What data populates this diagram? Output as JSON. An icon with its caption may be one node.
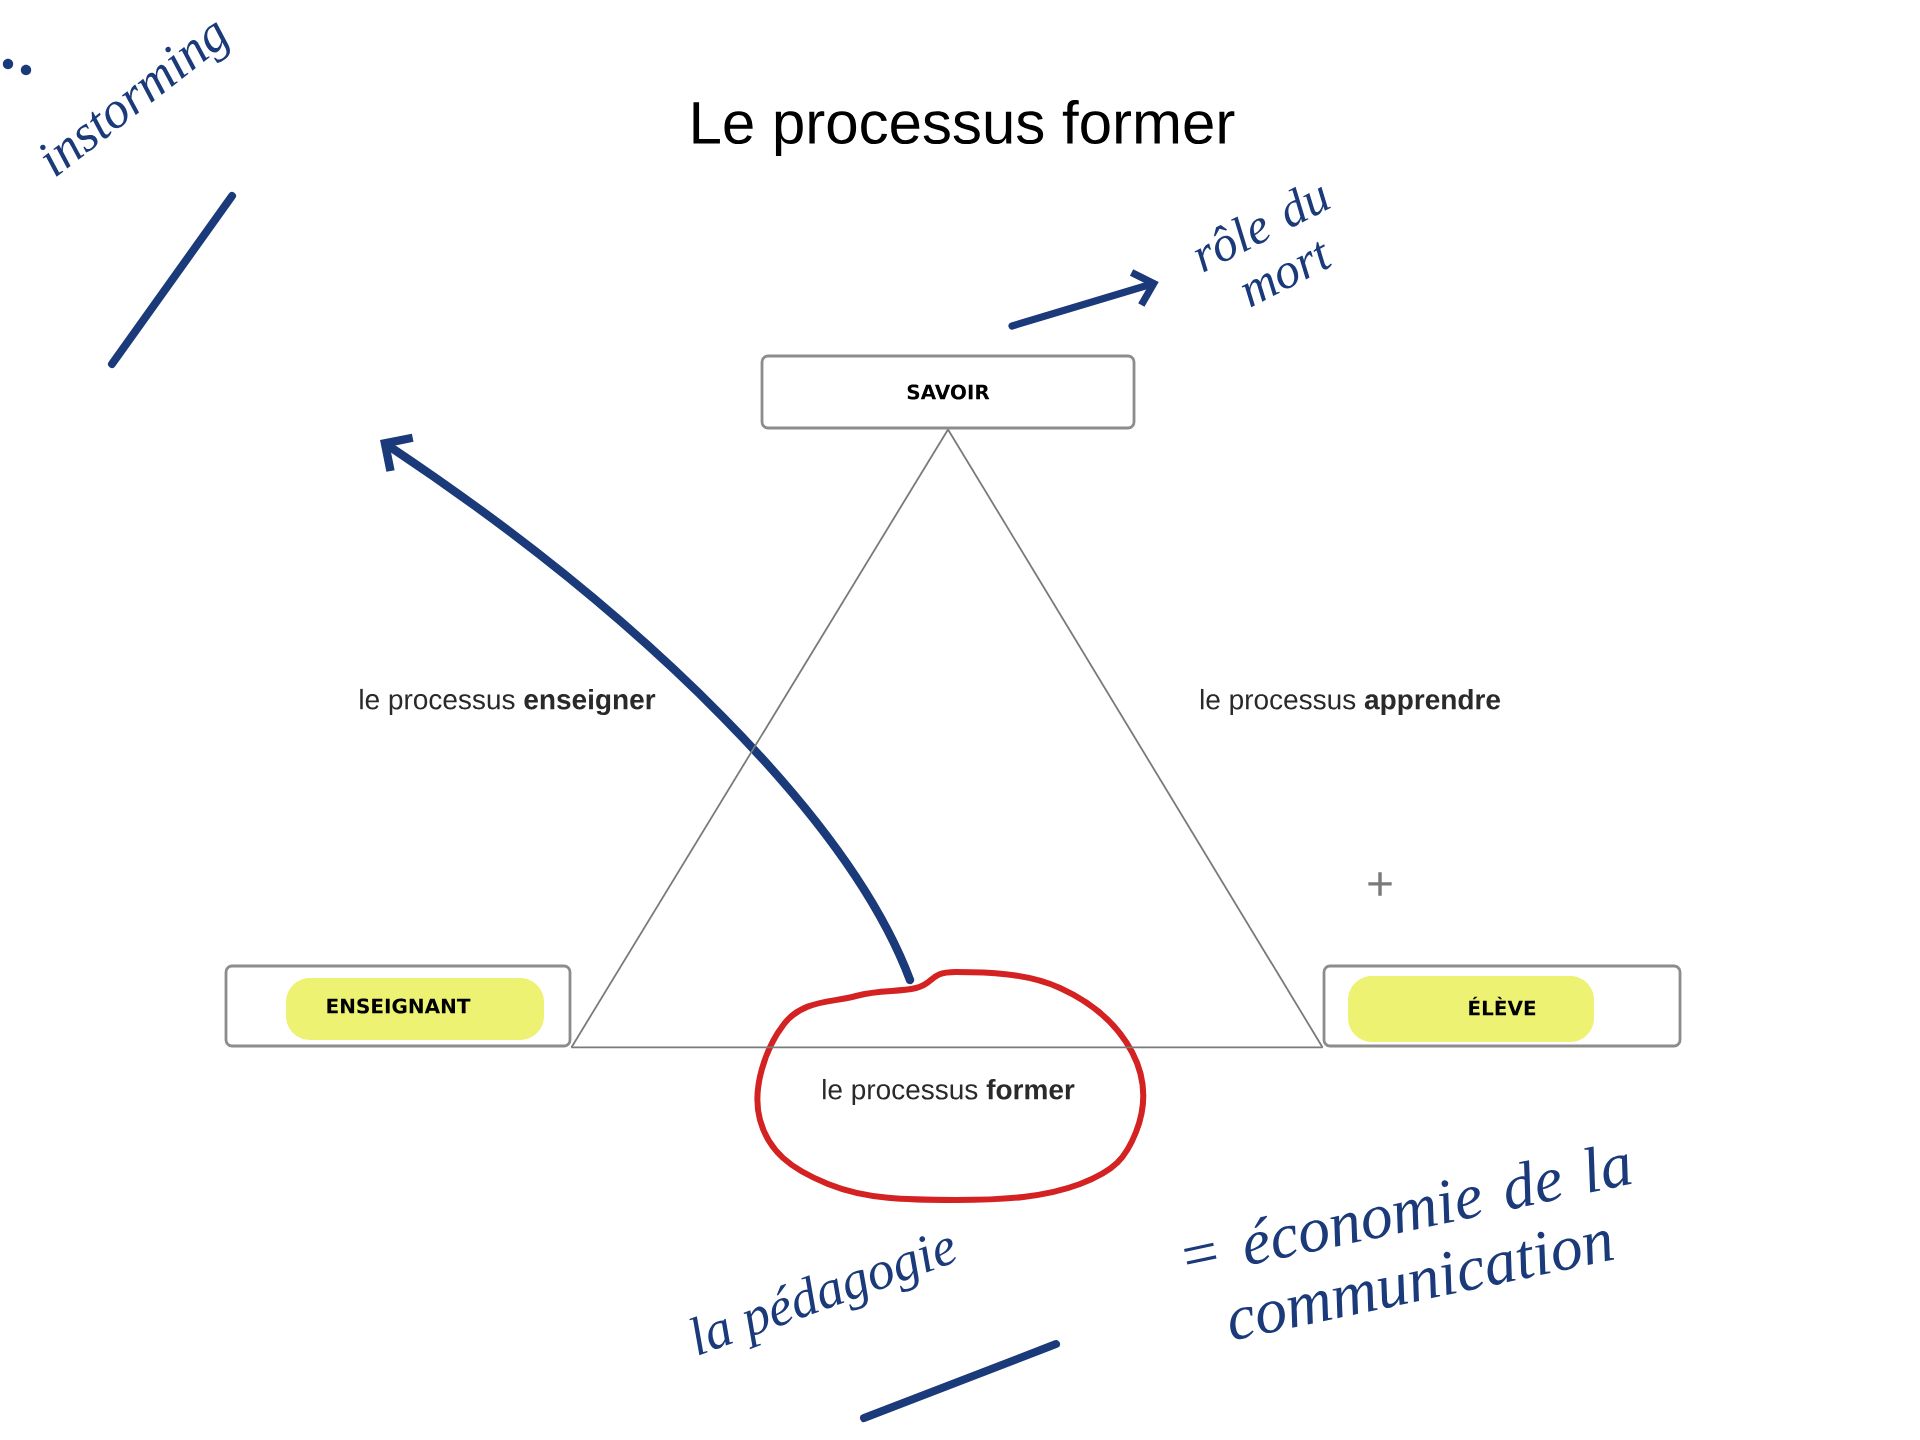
{
  "diagram": {
    "title": "Le processus former",
    "nodes": [
      {
        "text": [
          "rôle du mort"
        ]
      },
      {
        "text": [
          "SAVOIR"
        ]
      },
      {
        "text": [
          "ENSEIGNANT"
        ]
      },
      {
        "text": [
          "ÉLÈVE"
        ]
      }
    ],
    "edges": [
      {
        "from": null,
        "to": 0,
        "arrow": "to",
        "style": "thick",
        "color": "#1b3a7a"
      },
      {
        "from": 1,
        "to": 2,
        "arrow": "none",
        "label": "le processus **enseigner**"
      },
      {
        "from": 1,
        "to": 3,
        "arrow": "none",
        "label": "le processus **apprendre**"
      },
      {
        "from": 2,
        "to": 3,
        "arrow": "none",
        "label": "le processus **former**"
      }
    ],
    "labels": [
      "instorming",
      "+",
      "la pédagogie",
      "= économie de la communication"
    ]
  }
}
